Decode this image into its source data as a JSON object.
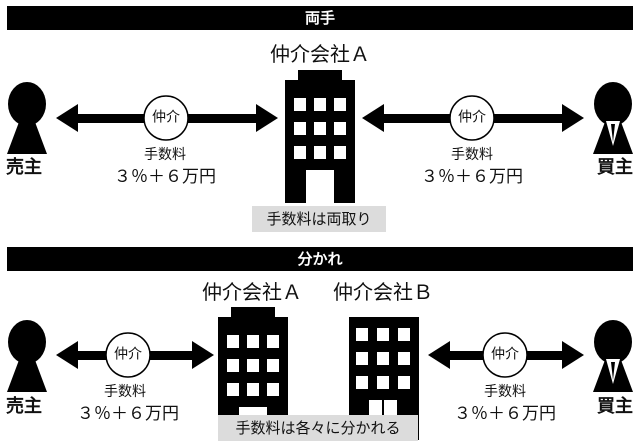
{
  "sections": [
    {
      "title": "両手",
      "companies": [
        "仲介会社Ａ"
      ],
      "seller": "売主",
      "buyer": "買主",
      "circle_label": "仲介",
      "fee_label": "手数料",
      "fee_amount": "３％＋６万円",
      "note": "手数料は両取り"
    },
    {
      "title": "分かれ",
      "companies": [
        "仲介会社Ａ",
        "仲介会社Ｂ"
      ],
      "seller": "売主",
      "buyer": "買主",
      "circle_label": "仲介",
      "fee_label": "手数料",
      "fee_amount": "３％＋６万円",
      "note": "手数料は各々に分かれる"
    }
  ]
}
